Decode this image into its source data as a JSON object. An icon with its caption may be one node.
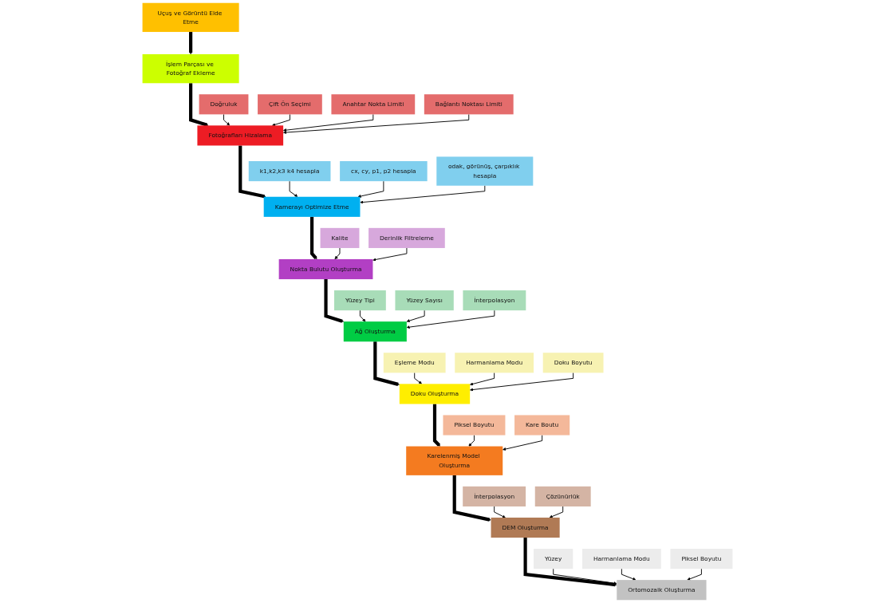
{
  "diagram": {
    "nodes": [
      {
        "text": [
          "Uçuş ve Görüntü Elde Etme"
        ]
      },
      {
        "text": [
          "İşlem Parçası ve Fotoğraf Ekleme"
        ]
      },
      {
        "text": [
          "Fotoğrafları Hizalama"
        ]
      },
      {
        "text": [
          "Doğruluk"
        ]
      },
      {
        "text": [
          "Çift Ön Seçimi"
        ]
      },
      {
        "text": [
          "Anahtar Nokta Limiti"
        ]
      },
      {
        "text": [
          "Bağlantı Noktası Limiti"
        ]
      },
      {
        "text": [
          "Kamerayı Optimize Etme"
        ]
      },
      {
        "text": [
          "k1,k2,k3 k4 hesapla"
        ]
      },
      {
        "text": [
          "cx, cy, p1, p2 hesapla"
        ]
      },
      {
        "text": [
          "odak, görünüş, çarpıklık hesapla"
        ]
      },
      {
        "text": [
          "Nokta Bulutu Oluşturma"
        ]
      },
      {
        "text": [
          "Kalite"
        ]
      },
      {
        "text": [
          "Derinlik Filtreleme"
        ]
      },
      {
        "text": [
          "Ağ Oluşturma"
        ]
      },
      {
        "text": [
          "Yüzey Tipi"
        ]
      },
      {
        "text": [
          "Yüzey Sayısı"
        ]
      },
      {
        "text": [
          "İnterpolasyon"
        ]
      },
      {
        "text": [
          "Doku Oluşturma"
        ]
      },
      {
        "text": [
          "Eşleme Modu"
        ]
      },
      {
        "text": [
          "Harmanlama Modu"
        ]
      },
      {
        "text": [
          "Doku Boyutu"
        ]
      },
      {
        "text": [
          "Karelenmiş Model Oluşturma"
        ]
      },
      {
        "text": [
          "Piksel Boyutu"
        ]
      },
      {
        "text": [
          "Kare Boutu"
        ]
      },
      {
        "text": [
          "DEM Oluşturma"
        ]
      },
      {
        "text": [
          "İnterpolasyon"
        ]
      },
      {
        "text": [
          "Çözünürlük"
        ]
      },
      {
        "text": [
          "Ortomozaik Oluşturma"
        ]
      },
      {
        "text": [
          "Yüzey"
        ]
      },
      {
        "text": [
          "Harmanlama Modu"
        ]
      },
      {
        "text": [
          "Piksel Boyutu"
        ]
      }
    ],
    "edges": [
      {
        "from": 0,
        "to": 1,
        "arrow": "to",
        "style": "thick"
      },
      {
        "from": 1,
        "to": 2,
        "arrow": "to",
        "style": "thick"
      },
      {
        "from": 3,
        "to": 2,
        "arrow": "to"
      },
      {
        "from": 4,
        "to": 2,
        "arrow": "to"
      },
      {
        "from": 5,
        "to": 2,
        "arrow": "to"
      },
      {
        "from": 6,
        "to": 2,
        "arrow": "to"
      },
      {
        "from": 2,
        "to": 7,
        "arrow": "to",
        "style": "thick"
      },
      {
        "from": 8,
        "to": 7,
        "arrow": "to"
      },
      {
        "from": 9,
        "to": 7,
        "arrow": "to"
      },
      {
        "from": 10,
        "to": 7,
        "arrow": "to"
      },
      {
        "from": 7,
        "to": 11,
        "arrow": "to",
        "style": "thick"
      },
      {
        "from": 12,
        "to": 11,
        "arrow": "to"
      },
      {
        "from": 13,
        "to": 11,
        "arrow": "to"
      },
      {
        "from": 11,
        "to": 14,
        "arrow": "to",
        "style": "thick"
      },
      {
        "from": 15,
        "to": 14,
        "arrow": "to"
      },
      {
        "from": 16,
        "to": 14,
        "arrow": "to"
      },
      {
        "from": 17,
        "to": 14,
        "arrow": "to"
      },
      {
        "from": 14,
        "to": 18,
        "arrow": "to",
        "style": "thick"
      },
      {
        "from": 19,
        "to": 18,
        "arrow": "to"
      },
      {
        "from": 20,
        "to": 18,
        "arrow": "to"
      },
      {
        "from": 21,
        "to": 18,
        "arrow": "to"
      },
      {
        "from": 18,
        "to": 22,
        "arrow": "to",
        "style": "thick"
      },
      {
        "from": 23,
        "to": 22,
        "arrow": "to"
      },
      {
        "from": 24,
        "to": 22,
        "arrow": "to"
      },
      {
        "from": 22,
        "to": 25,
        "arrow": "to",
        "style": "thick"
      },
      {
        "from": 26,
        "to": 25,
        "arrow": "to"
      },
      {
        "from": 27,
        "to": 25,
        "arrow": "to"
      },
      {
        "from": 25,
        "to": 28,
        "arrow": "to",
        "style": "thick"
      },
      {
        "from": 29,
        "to": 28,
        "arrow": "to"
      },
      {
        "from": 30,
        "to": 28,
        "arrow": "to"
      },
      {
        "from": 31,
        "to": 28,
        "arrow": "to"
      }
    ]
  }
}
